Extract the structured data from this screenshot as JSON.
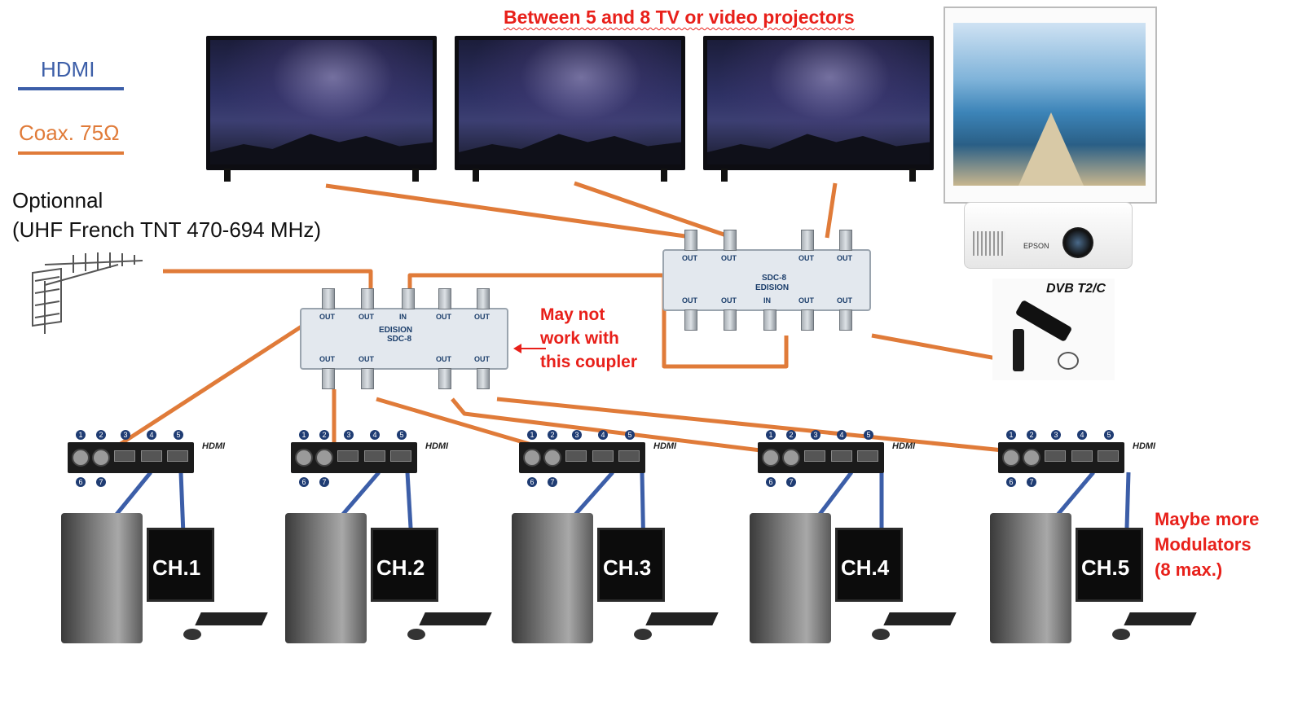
{
  "title": "Between 5 and 8 TV or video projectors",
  "legend": {
    "hdmi_label": "HDMI",
    "hdmi_color": "#3c5ea8",
    "coax_label": "Coax. 75Ω",
    "coax_color": "#e07b39"
  },
  "optional_antenna": {
    "line1": "Optionnal",
    "line2": "(UHF French TNT 470-694 MHz)"
  },
  "coupler_note": [
    "May not",
    "work with",
    "this coupler"
  ],
  "more_note": [
    "Maybe more",
    "Modulators",
    "(8 max.)"
  ],
  "channels": [
    "CH.1",
    "CH.2",
    "CH.3",
    "CH.4",
    "CH.5"
  ],
  "modulator": {
    "logo": "HDMI",
    "port_numbers": [
      "1",
      "2",
      "3",
      "4",
      "5"
    ],
    "bottom_numbers": [
      "6",
      "7"
    ]
  },
  "splitter": {
    "brand": "EDISION",
    "model": "SDC-8",
    "port_out": "OUT",
    "port_in": "IN"
  },
  "projector_brand": "EPSON",
  "dongle_brand": "DVB T2/C",
  "icon_names": [
    "tv-icon",
    "projection-screen-icon",
    "projector-icon",
    "tv-dongle-icon",
    "antenna-icon",
    "splitter-icon",
    "modulator-icon",
    "computer-icon"
  ]
}
